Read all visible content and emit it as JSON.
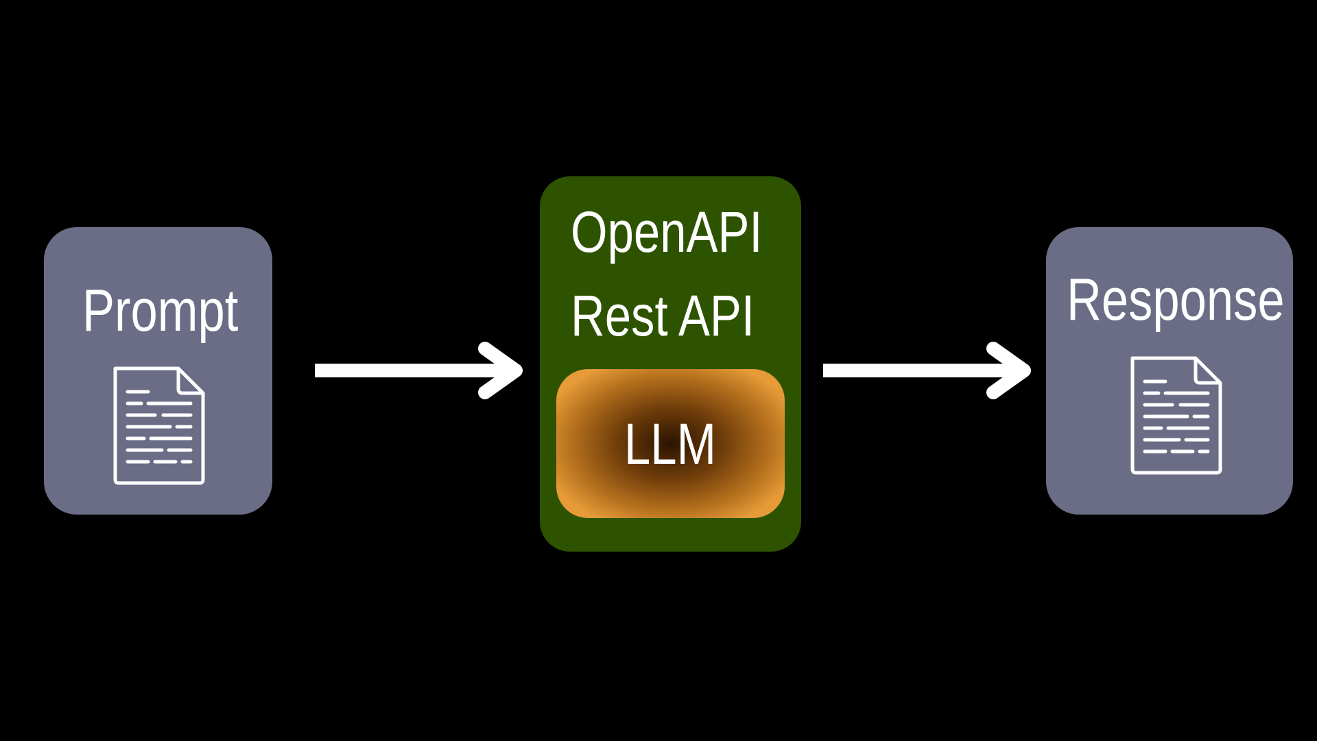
{
  "nodes": {
    "prompt": {
      "label": "Prompt",
      "icon": "document-icon"
    },
    "api": {
      "line1": "OpenAPI",
      "line2": "Rest API"
    },
    "llm": {
      "label": "LLM"
    },
    "response": {
      "label": "Response",
      "icon": "document-icon"
    }
  },
  "edges": [
    {
      "from": "prompt",
      "to": "api",
      "icon": "arrow-right-icon"
    },
    {
      "from": "api",
      "to": "response",
      "icon": "arrow-right-icon"
    }
  ],
  "colors": {
    "background": "#000000",
    "io_node": "#6b6d86",
    "api_node": "#2e5300",
    "llm_outer": "#e69b38",
    "llm_inner": "#2b1400",
    "text": "#ffffff"
  }
}
